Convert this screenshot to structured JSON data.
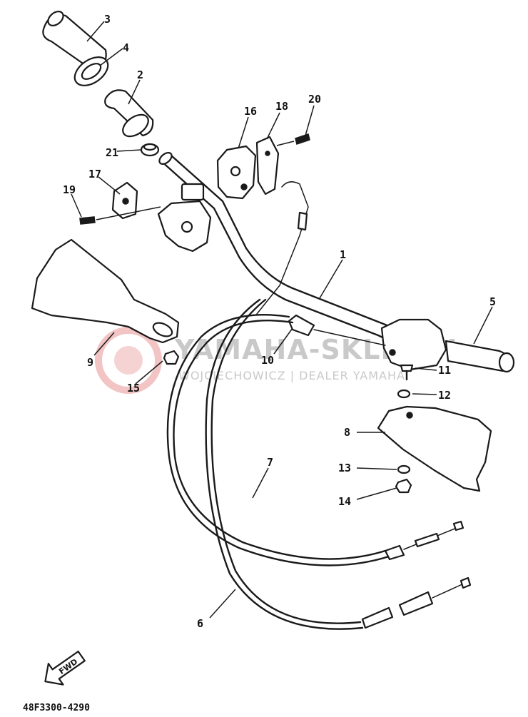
{
  "diagram_code": "48F3300-4290",
  "fwd_label": "FWD",
  "watermark": {
    "main": "YAMAHA-SKLEP.PL",
    "sub": "WOJCIECHOWICZ | DEALER YAMAHA"
  },
  "callouts": [
    {
      "id": "c1",
      "label": "1"
    },
    {
      "id": "c2",
      "label": "2"
    },
    {
      "id": "c3",
      "label": "3"
    },
    {
      "id": "c4",
      "label": "4"
    },
    {
      "id": "c5",
      "label": "5"
    },
    {
      "id": "c6",
      "label": "6"
    },
    {
      "id": "c7",
      "label": "7"
    },
    {
      "id": "c8",
      "label": "8"
    },
    {
      "id": "c9",
      "label": "9"
    },
    {
      "id": "c10",
      "label": "10"
    },
    {
      "id": "c11",
      "label": "11"
    },
    {
      "id": "c12",
      "label": "12"
    },
    {
      "id": "c13",
      "label": "13"
    },
    {
      "id": "c14",
      "label": "14"
    },
    {
      "id": "c15",
      "label": "15"
    },
    {
      "id": "c16",
      "label": "16"
    },
    {
      "id": "c17",
      "label": "17"
    },
    {
      "id": "c18",
      "label": "18"
    },
    {
      "id": "c19",
      "label": "19"
    },
    {
      "id": "c20",
      "label": "20"
    },
    {
      "id": "c21",
      "label": "21"
    }
  ]
}
